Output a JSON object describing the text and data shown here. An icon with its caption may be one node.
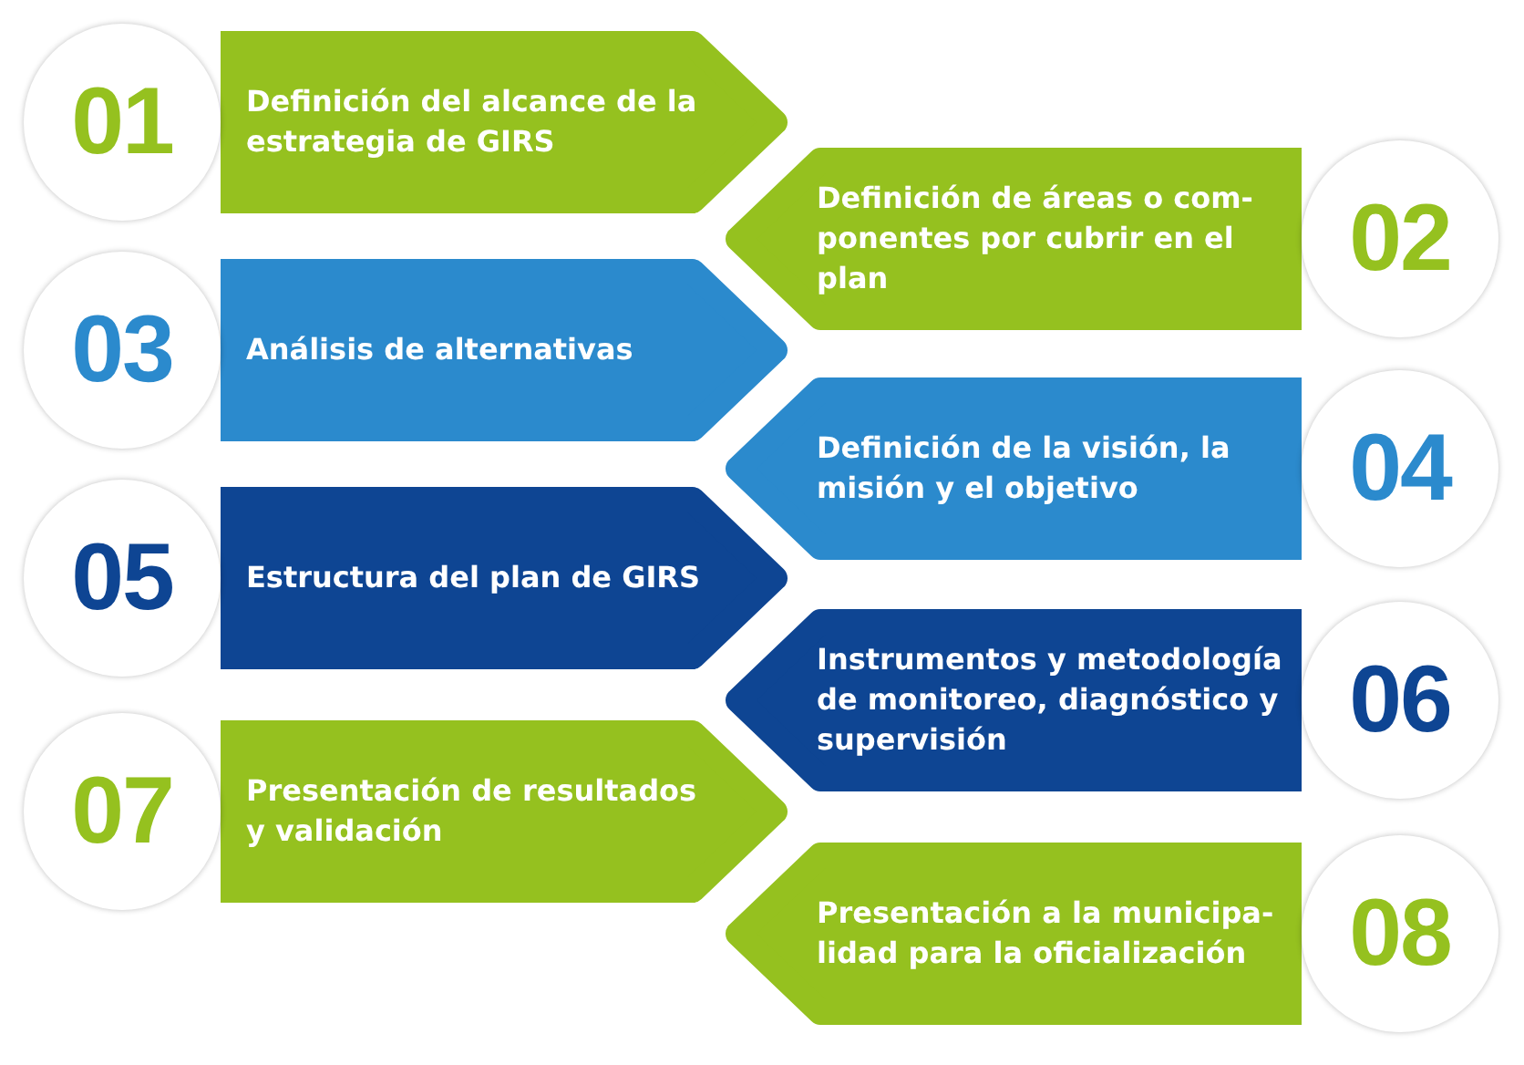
{
  "diagram": {
    "nodes": [
      {
        "text": [
          "01"
        ]
      },
      {
        "text": [
          "Definición del alcance de la estrategia de GIRS"
        ]
      },
      {
        "text": [
          "Definición de áreas o com- ponentes por cubrir en el plan"
        ]
      },
      {
        "text": [
          "02"
        ]
      },
      {
        "text": [
          "03"
        ]
      },
      {
        "text": [
          "Análisis de alternativas"
        ]
      },
      {
        "text": [
          "Definición de la visión, la misión y el objetivo"
        ]
      },
      {
        "text": [
          "04"
        ]
      },
      {
        "text": [
          "05"
        ]
      },
      {
        "text": [
          "Estructura del plan de GIRS"
        ]
      },
      {
        "text": [
          "Instrumentos y metodología de monitoreo, diagnóstico y supervisión"
        ]
      },
      {
        "text": [
          "06"
        ]
      },
      {
        "text": [
          "07"
        ]
      },
      {
        "text": [
          "Presentación de resultados y validación"
        ]
      },
      {
        "text": [
          "Presentación a la municipa- lidad para la oficialización"
        ]
      },
      {
        "text": [
          "08"
        ]
      }
    ]
  }
}
